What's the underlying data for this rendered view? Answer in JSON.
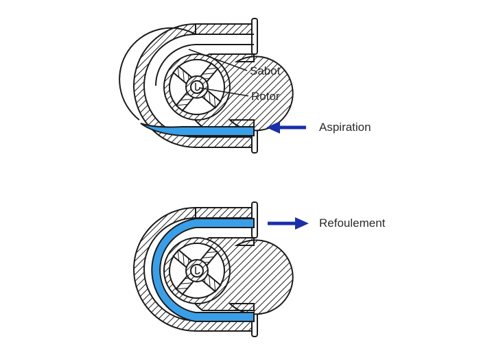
{
  "diagram": {
    "subject": "peristaltic-pump",
    "panels": [
      {
        "id": "top",
        "state": "aspiration",
        "callouts": [
          {
            "label": "Sabot"
          },
          {
            "label": "Rotor"
          }
        ],
        "flow": {
          "label": "Aspiration",
          "direction": "left"
        }
      },
      {
        "id": "bottom",
        "state": "refoulement",
        "flow": {
          "label": "Refoulement",
          "direction": "right"
        }
      }
    ],
    "colors": {
      "fluid": "#3a9fe8",
      "arrow": "#1a2fa8",
      "line": "#1a1a1a",
      "text": "#2a2a2a"
    }
  }
}
